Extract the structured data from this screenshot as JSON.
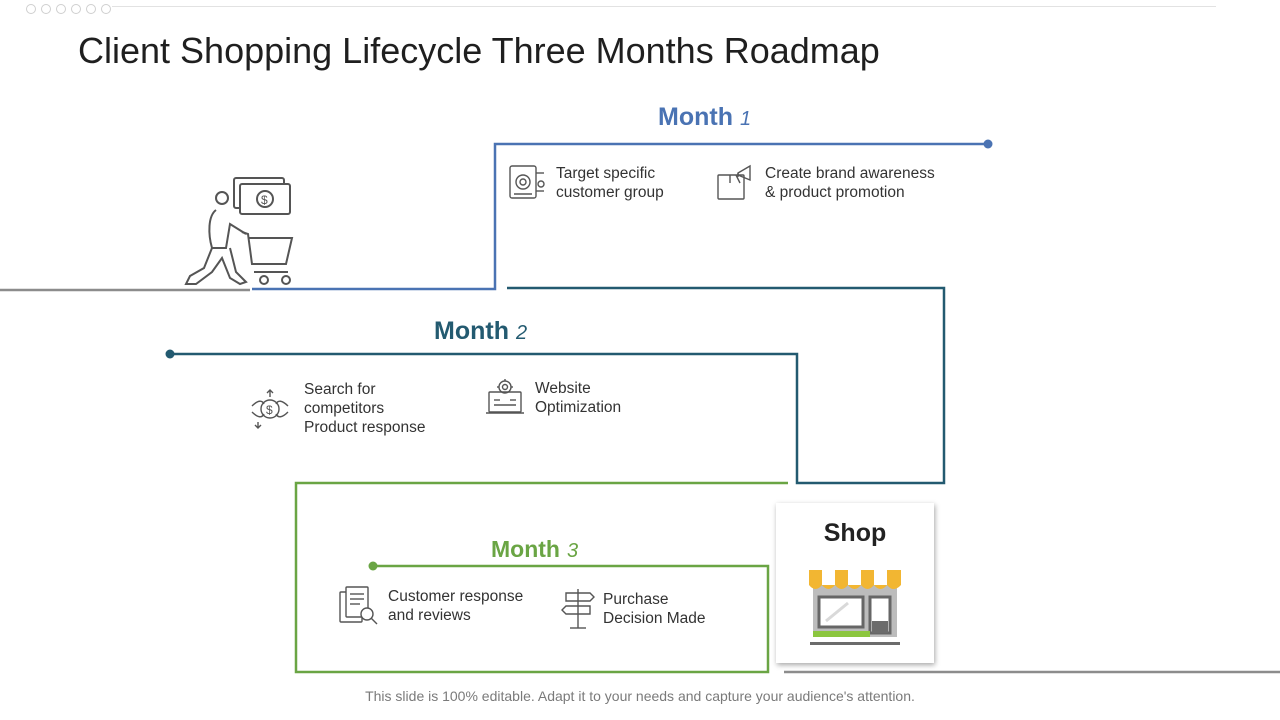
{
  "title": "Client Shopping Lifecycle Three Months Roadmap",
  "colors": {
    "month1": "#4a73b3",
    "month2": "#235a70",
    "month3": "#6aa544",
    "base": "#8c8c8c"
  },
  "months": [
    {
      "label": "Month",
      "number": "1",
      "items": [
        {
          "text": "Target specific\ncustomer group",
          "icon": "target-audience-icon"
        },
        {
          "text": "Create brand awareness\n& product promotion",
          "icon": "megaphone-promotion-icon"
        }
      ]
    },
    {
      "label": "Month",
      "number": "2",
      "items": [
        {
          "text": "Search for\ncompetitors\nProduct response",
          "icon": "money-exchange-icon"
        },
        {
          "text": "Website\nOptimization",
          "icon": "website-optimization-icon"
        }
      ]
    },
    {
      "label": "Month",
      "number": "3",
      "items": [
        {
          "text": "Customer response\nand reviews",
          "icon": "document-search-icon"
        },
        {
          "text": "Purchase\nDecision Made",
          "icon": "signpost-icon"
        }
      ]
    }
  ],
  "shop": {
    "label": "Shop",
    "icon": "storefront-icon"
  },
  "shopper_icon": "shopper-cart-icon",
  "footer": "This slide is 100% editable. Adapt it to your needs and capture your audience's attention."
}
